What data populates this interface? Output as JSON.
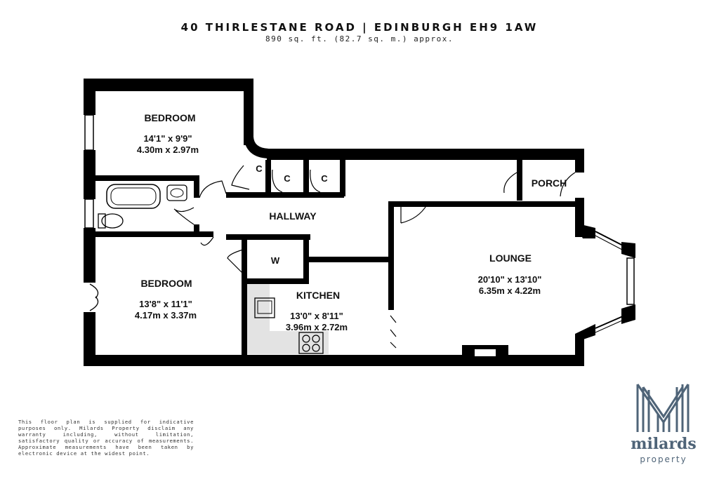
{
  "header": {
    "title": "40 THIRLESTANE ROAD | EDINBURGH EH9 1AW",
    "subtitle": "890 sq. ft. (82.7 sq. m.) approx."
  },
  "rooms": {
    "bedroom1": {
      "label": "BEDROOM",
      "dim_imperial": "14'1\"  x 9'9\"",
      "dim_metric": "4.30m  x 2.97m"
    },
    "bedroom2": {
      "label": "BEDROOM",
      "dim_imperial": "13'8\"  x 11'1\"",
      "dim_metric": "4.17m  x 3.37m"
    },
    "kitchen": {
      "label": "KITCHEN",
      "dim_imperial": "13'0\"  x 8'11\"",
      "dim_metric": "3.96m  x 2.72m"
    },
    "lounge": {
      "label": "LOUNGE",
      "dim_imperial": "20'10\"  x 13'10\"",
      "dim_metric": "6.35m  x 4.22m"
    },
    "hallway": {
      "label": "HALLWAY"
    },
    "porch": {
      "label": "PORCH"
    },
    "cupboard1": {
      "label": "C"
    },
    "cupboard2": {
      "label": "C"
    },
    "cupboard3": {
      "label": "C"
    },
    "wardrobe": {
      "label": "W"
    }
  },
  "disclaimer": "This floor plan is supplied for indicative purposes only. Milards Property disclaim any warranty including, without limitation, satisfactory quality or accuracy of measurements. Approximate measurements have been taken by electronic device at the widest point.",
  "logo": {
    "name": "milards",
    "sub": "property",
    "color": "#4f6478"
  },
  "colors": {
    "wall": "#000000",
    "fitting": "#e3e3e3"
  }
}
